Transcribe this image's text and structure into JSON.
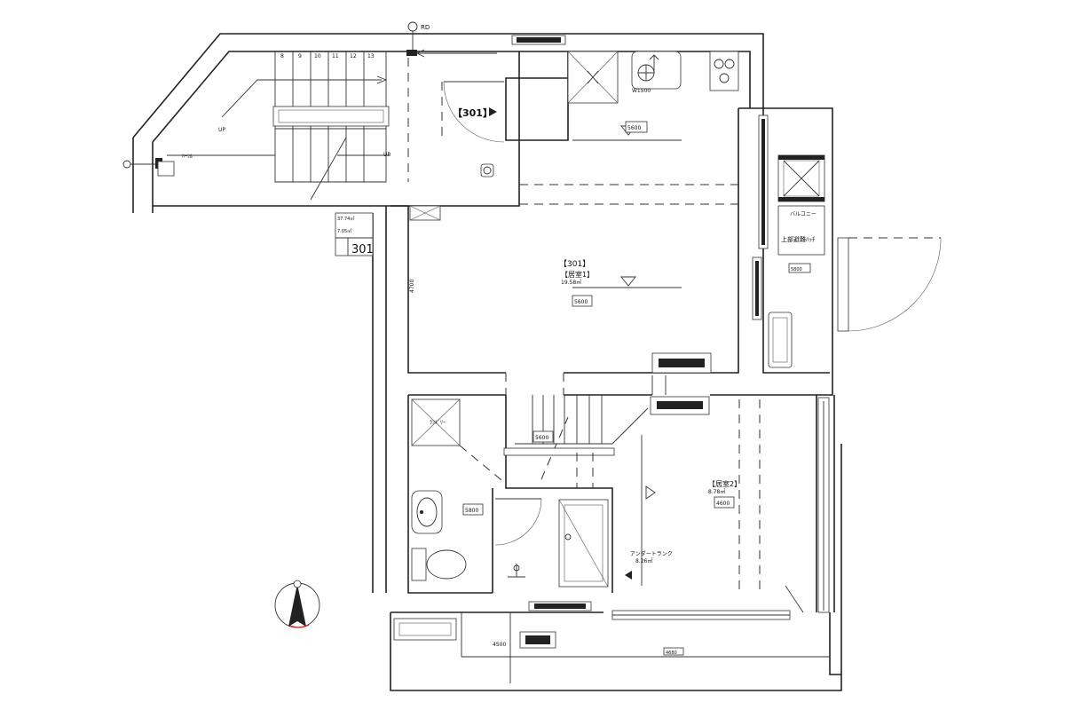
{
  "labels": {
    "rd": "RD",
    "sink": "W1500"
  },
  "stairs": {
    "steps": [
      "8",
      "9",
      "10",
      "11",
      "12",
      "13"
    ],
    "up1": "UP",
    "up2": "UP",
    "rail": "ﾊｰｼﾙ"
  },
  "rooms": {
    "entry_label": "【301】",
    "room1_unit": "【301】",
    "room1_name": "【居室1】",
    "room1_area": "19.58㎡",
    "balcony": "バルコニー",
    "escape": "上部避難ﾊｯﾁ",
    "wash": "ﾗﾝﾄﾞﾘｰ",
    "room2_name": "【居室2】",
    "room2_area": "8.78㎡",
    "trunk": "アンダートランク",
    "trunk_area": "8.26㎡"
  },
  "dims": {
    "ch_kitchen": "5600",
    "ch_room1": "5600",
    "ch_bath": "5800",
    "ch_hall": "5600",
    "ch_room2": "4600",
    "balcony": "5800",
    "room1_wall": "4700",
    "porch_left": "4500",
    "porch_right": "4680"
  },
  "unit_tag": {
    "area1": "37.74㎡",
    "area2": "7.05㎡",
    "number": "301"
  }
}
